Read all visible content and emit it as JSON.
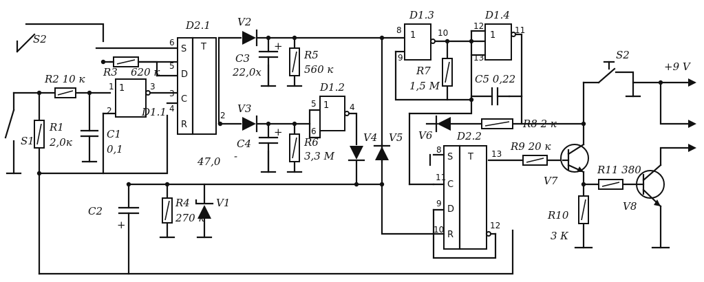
{
  "components": {
    "S2_top": "S2",
    "S1": "S1",
    "R1": [
      "R1",
      "2,0к"
    ],
    "R2": "R2 10 к",
    "R3": "R3",
    "R3_val": "620 к",
    "C1": [
      "C1",
      "0,1"
    ],
    "C2": "C2",
    "C2_val": "47,0",
    "R4": [
      "R4",
      "270 к"
    ],
    "V1": "V1",
    "D2_1": "D2.1",
    "V2": "V2",
    "V3": "V3",
    "C3": [
      "C3",
      "22,0х"
    ],
    "R5": [
      "R5",
      "560 к"
    ],
    "C4": "C4",
    "R6": [
      "R6",
      "3,3 М"
    ],
    "D1_2": "D1.2",
    "V4": "V4",
    "V5": "V5",
    "D1_3": "D1.3",
    "D1_4": "D1.4",
    "R7": [
      "R7",
      "1,5 М"
    ],
    "C5": "C5 0,22",
    "V6": "V6",
    "R8": "R8 2 к",
    "D2_2": "D2.2",
    "R9": "R9 20 к",
    "V7": "V7",
    "R11": "R11 380",
    "V8": "V8",
    "R10": [
      "R10",
      "3 К"
    ],
    "S2_right": "S2",
    "supply": "+9 V",
    "D1_1": "D1.1"
  },
  "pins": {
    "d11_in1": "1",
    "d11_in2": "2",
    "d11_out": "3",
    "d21_S": "6",
    "d21_D": "5",
    "d21_C": "3",
    "d21_R": "4",
    "d21_Q": "2",
    "d12_in1": "5",
    "d12_in2": "6",
    "d12_out": "4",
    "d13_in1": "8",
    "d13_in2": "9",
    "d13_out": "10",
    "d14_in1": "12",
    "d14_in2": "13",
    "d14_out": "11",
    "d22_S": "8",
    "d22_C": "11",
    "d22_D": "9",
    "d22_R": "10",
    "d22_Q": "13",
    "d22_Qn": "12"
  },
  "pin_letters": {
    "S": "S",
    "D": "D",
    "C": "C",
    "R": "R",
    "T": "T",
    "one": "1"
  }
}
